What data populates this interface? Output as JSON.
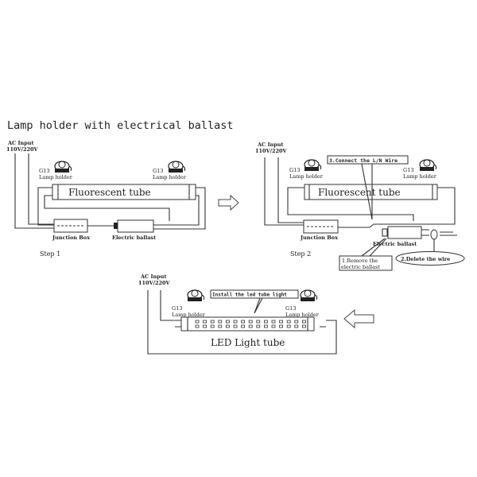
{
  "title": "Lamp holder with electrical ballast",
  "step1": {
    "ac_input": [
      "AC Input",
      "110V/220V"
    ],
    "lamp_holder_left": [
      "G13",
      "Lamp holder"
    ],
    "lamp_holder_right": [
      "G13",
      "Lamp holder"
    ],
    "tube": "Fluorescent tube",
    "junction_box": "Junction Box",
    "ballast": "Electric ballast",
    "step": "Step 1"
  },
  "step2": {
    "ac_input": [
      "AC Input",
      "110V/220V"
    ],
    "lamp_holder_left": [
      "G13",
      "Lamp holder"
    ],
    "lamp_holder_right": [
      "G13",
      "Lamp holder"
    ],
    "tube": "Fluorescent tube",
    "junction_box": "Junction Box",
    "ballast": "Electric ballast",
    "callout_connect": "3.Connect the L/N Wire",
    "callout_remove": [
      "1.Remove the",
      "electric ballast"
    ],
    "callout_delete": "2.Delete the wire",
    "step": "Step 2"
  },
  "step3": {
    "ac_input": [
      "AC Input",
      "110V/220V"
    ],
    "lamp_holder_left": [
      "G13",
      "Lamp holder"
    ],
    "lamp_holder_right": [
      "G13",
      "Lamp holder"
    ],
    "callout_install": "Install the led tube light",
    "tube": "LED Light tube"
  }
}
